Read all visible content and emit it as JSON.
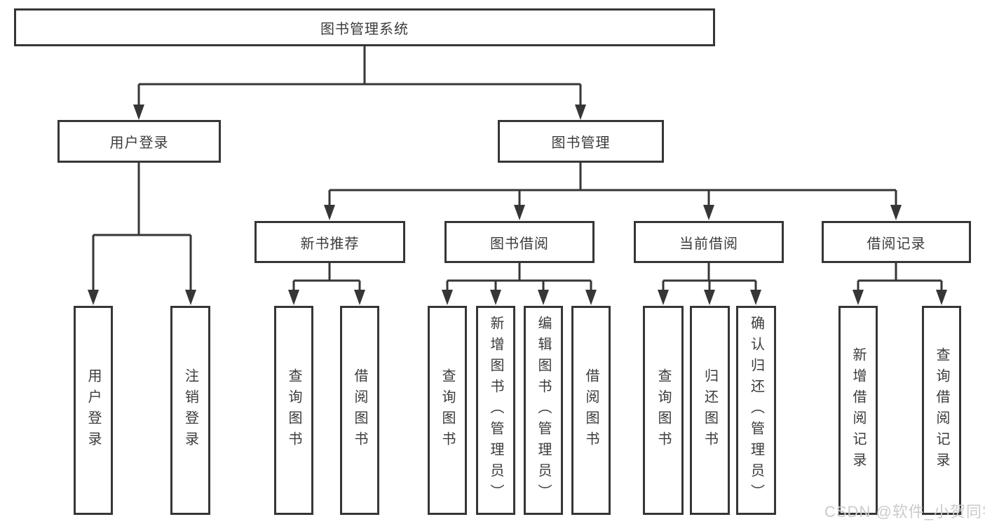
{
  "tree": {
    "label": "图书管理系统",
    "children": [
      {
        "label": "用户登录",
        "children": [
          {
            "label": "用户登录"
          },
          {
            "label": "注销登录"
          }
        ]
      },
      {
        "label": "图书管理",
        "children": [
          {
            "label": "新书推荐",
            "children": [
              {
                "label": "查询图书"
              },
              {
                "label": "借阅图书"
              }
            ]
          },
          {
            "label": "图书借阅",
            "children": [
              {
                "label": "查询图书"
              },
              {
                "label": "新增图书（管理员）"
              },
              {
                "label": "编辑图书（管理员）"
              },
              {
                "label": "借阅图书"
              }
            ]
          },
          {
            "label": "当前借阅",
            "children": [
              {
                "label": "查询图书"
              },
              {
                "label": "归还图书"
              },
              {
                "label": "确认归还（管理员）"
              }
            ]
          },
          {
            "label": "借阅记录",
            "children": [
              {
                "label": "新增借阅记录"
              },
              {
                "label": "查询借阅记录"
              }
            ]
          }
        ]
      }
    ]
  },
  "watermark": {
    "text": "CSDN @软件_小贺同学"
  },
  "colors": {
    "line": "#363636",
    "text": "#3b3b3b",
    "watermark": "#cbcbcb",
    "background": "#ffffff"
  }
}
